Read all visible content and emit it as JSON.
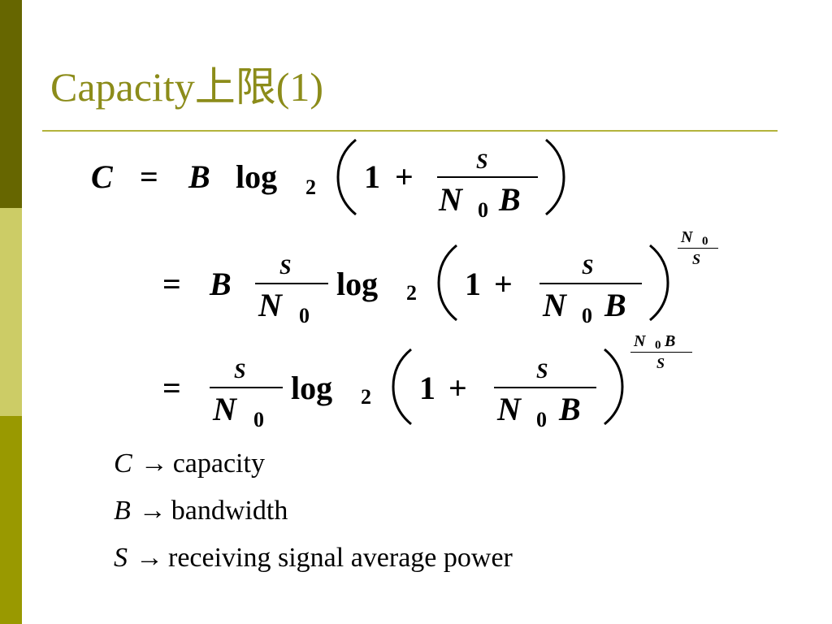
{
  "slide": {
    "title": "Capacity上限(1)"
  },
  "equation": {
    "line1": {
      "lhs": "C",
      "eq": "=",
      "B": "B",
      "log": "log",
      "base": "2",
      "one": "1",
      "plus": "+",
      "num": "S",
      "den_N": "N",
      "den_sub": "0",
      "den_B": "B"
    },
    "line2": {
      "eq": "=",
      "B": "B",
      "pre_num": "S",
      "pre_den_N": "N",
      "pre_den_sub": "0",
      "log": "log",
      "base": "2",
      "one": "1",
      "plus": "+",
      "num": "S",
      "den_N": "N",
      "den_sub": "0",
      "den_B": "B",
      "exp_num_N": "N",
      "exp_num_sub": "0",
      "exp_den": "S"
    },
    "line3": {
      "eq": "=",
      "pre_num": "S",
      "pre_den_N": "N",
      "pre_den_sub": "0",
      "log": "log",
      "base": "2",
      "one": "1",
      "plus": "+",
      "num": "S",
      "den_N": "N",
      "den_sub": "0",
      "den_B": "B",
      "exp_num_N": "N",
      "exp_num_sub": "0",
      "exp_num_B": "B",
      "exp_den": "S"
    }
  },
  "definitions": [
    {
      "symbol": "C",
      "arrow": "→",
      "text": "capacity"
    },
    {
      "symbol": "B",
      "arrow": "→",
      "text": "bandwidth"
    },
    {
      "symbol": "S",
      "arrow": "→",
      "text": "receiving signal average power"
    }
  ],
  "colors": {
    "sidebar_dark": "#666600",
    "sidebar_light": "#cccc66",
    "sidebar_mid": "#999900",
    "title": "#8c8c1a",
    "rule": "#b3b33c"
  }
}
